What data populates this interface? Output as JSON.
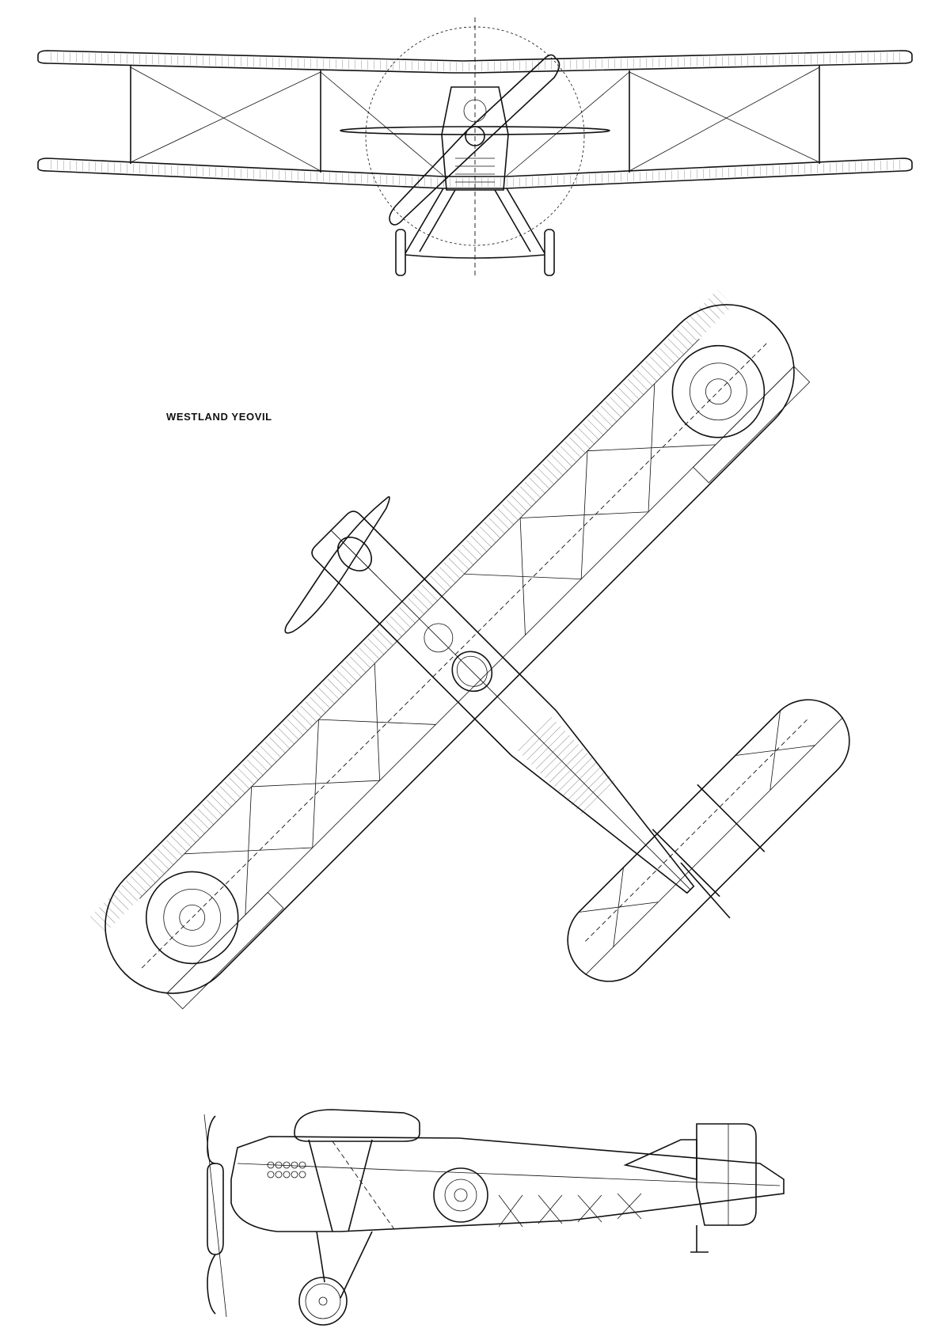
{
  "drawing": {
    "title": "WESTLAND YEOVIL"
  },
  "colors": {
    "ink": "#111111",
    "paper": "#ffffff"
  },
  "views": [
    "front-view",
    "plan-view",
    "side-view"
  ]
}
